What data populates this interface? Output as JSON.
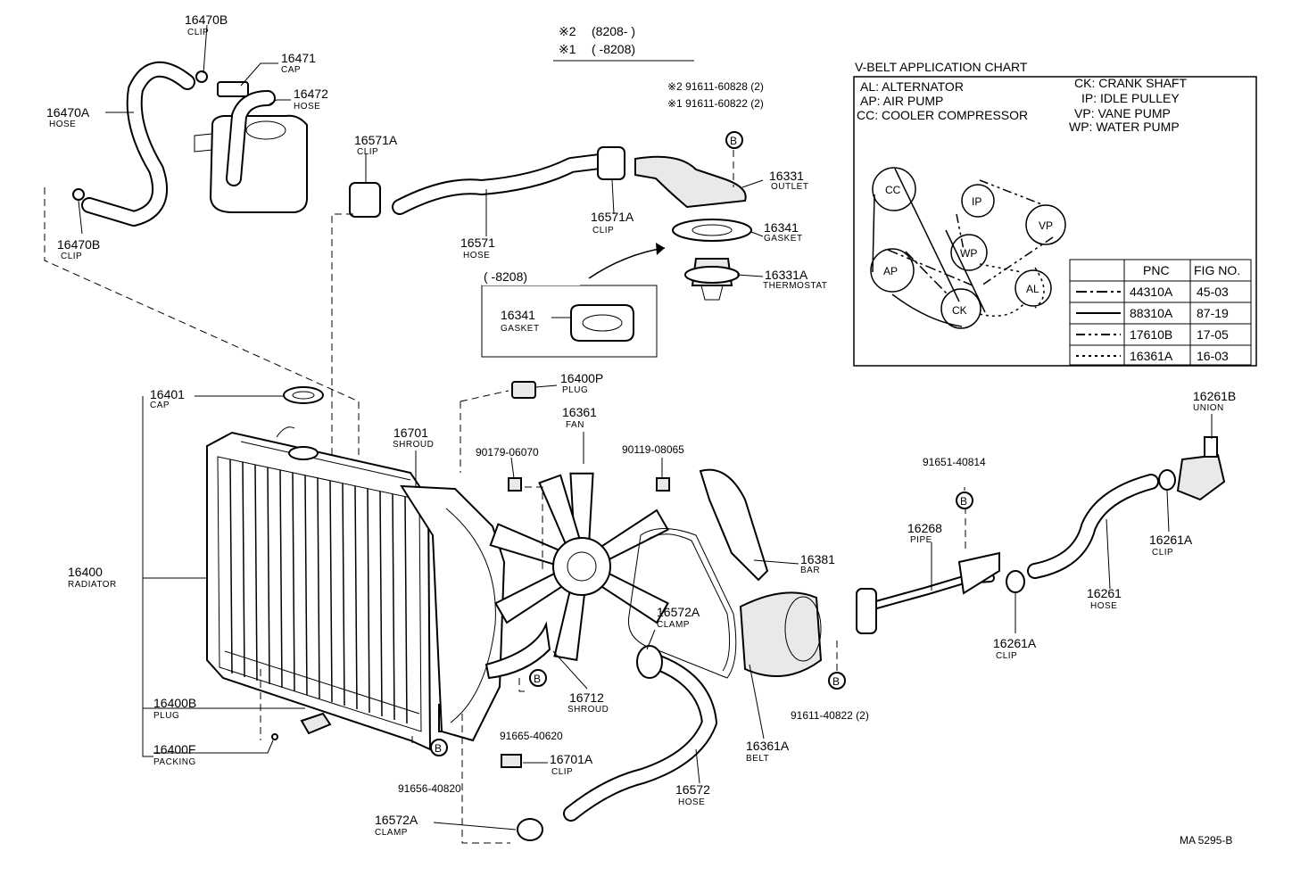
{
  "header": {
    "note2_mark": "※2",
    "note2_range": "(8208-        )",
    "note1_mark": "※1",
    "note1_range": "(        -8208)"
  },
  "bolt_notes": {
    "line1": "※2  91611-60828 (2)",
    "line2": "※1  91611-60822 (2)"
  },
  "inset_label": "(        -8208)",
  "bolt_marker": "B",
  "parts": [
    {
      "pn": "16470B",
      "name": "CLIP"
    },
    {
      "pn": "16471",
      "name": "CAP"
    },
    {
      "pn": "16472",
      "name": "HOSE"
    },
    {
      "pn": "16470A",
      "name": "HOSE"
    },
    {
      "pn": "16470B",
      "name": "CLIP"
    },
    {
      "pn": "16571A",
      "name": "CLIP"
    },
    {
      "pn": "16571A",
      "name": "CLIP"
    },
    {
      "pn": "16571",
      "name": "HOSE"
    },
    {
      "pn": "16331",
      "name": "OUTLET"
    },
    {
      "pn": "16341",
      "name": "GASKET"
    },
    {
      "pn": "16331A",
      "name": "THERMOSTAT"
    },
    {
      "pn": "16341",
      "name": "GASKET"
    },
    {
      "pn": "16401",
      "name": "CAP"
    },
    {
      "pn": "16400P",
      "name": "PLUG"
    },
    {
      "pn": "16361",
      "name": "FAN"
    },
    {
      "pn": "16701",
      "name": "SHROUD"
    },
    {
      "pn": "16400",
      "name": "RADIATOR"
    },
    {
      "pn": "16381",
      "name": "BAR"
    },
    {
      "pn": "16572A",
      "name": "CLAMP"
    },
    {
      "pn": "16712",
      "name": "SHROUD"
    },
    {
      "pn": "16400B",
      "name": "PLUG"
    },
    {
      "pn": "16400F",
      "name": "PACKING"
    },
    {
      "pn": "16361A",
      "name": "BELT"
    },
    {
      "pn": "16701A",
      "name": "CLIP"
    },
    {
      "pn": "16572",
      "name": "HOSE"
    },
    {
      "pn": "16572A",
      "name": "CLAMP"
    },
    {
      "pn": "16268",
      "name": "PIPE"
    },
    {
      "pn": "16261B",
      "name": "UNION"
    },
    {
      "pn": "16261A",
      "name": "CLIP"
    },
    {
      "pn": "16261",
      "name": "HOSE"
    },
    {
      "pn": "16261A",
      "name": "CLIP"
    }
  ],
  "bolts": [
    "90179-06070",
    "90119-08065",
    "91651-40814",
    "91665-40620",
    "91656-40820",
    "91611-40822 (2)"
  ],
  "vbelt_chart": {
    "title": "V-BELT APPLICATION CHART",
    "legend_left": [
      "AL: ALTERNATOR",
      "AP: AIR PUMP",
      "CC: COOLER COMPRESSOR"
    ],
    "legend_right": [
      "CK: CRANK SHAFT",
      "IP: IDLE PULLEY",
      "VP: VANE PUMP",
      "WP: WATER PUMP"
    ],
    "pulleys": [
      "CC",
      "IP",
      "VP",
      "WP",
      "AP",
      "CK",
      "AL"
    ],
    "table": {
      "headers": [
        "PNC",
        "FIG NO."
      ],
      "rows": [
        {
          "pnc": "44310A",
          "fig": "45-03",
          "style": "dash-dot"
        },
        {
          "pnc": "88310A",
          "fig": "87-19",
          "style": "solid"
        },
        {
          "pnc": "17610B",
          "fig": "17-05",
          "style": "dash-dot-dot"
        },
        {
          "pnc": "16361A",
          "fig": "16-03",
          "style": "dotted"
        }
      ]
    }
  },
  "figure_code": "MA 5295-B"
}
